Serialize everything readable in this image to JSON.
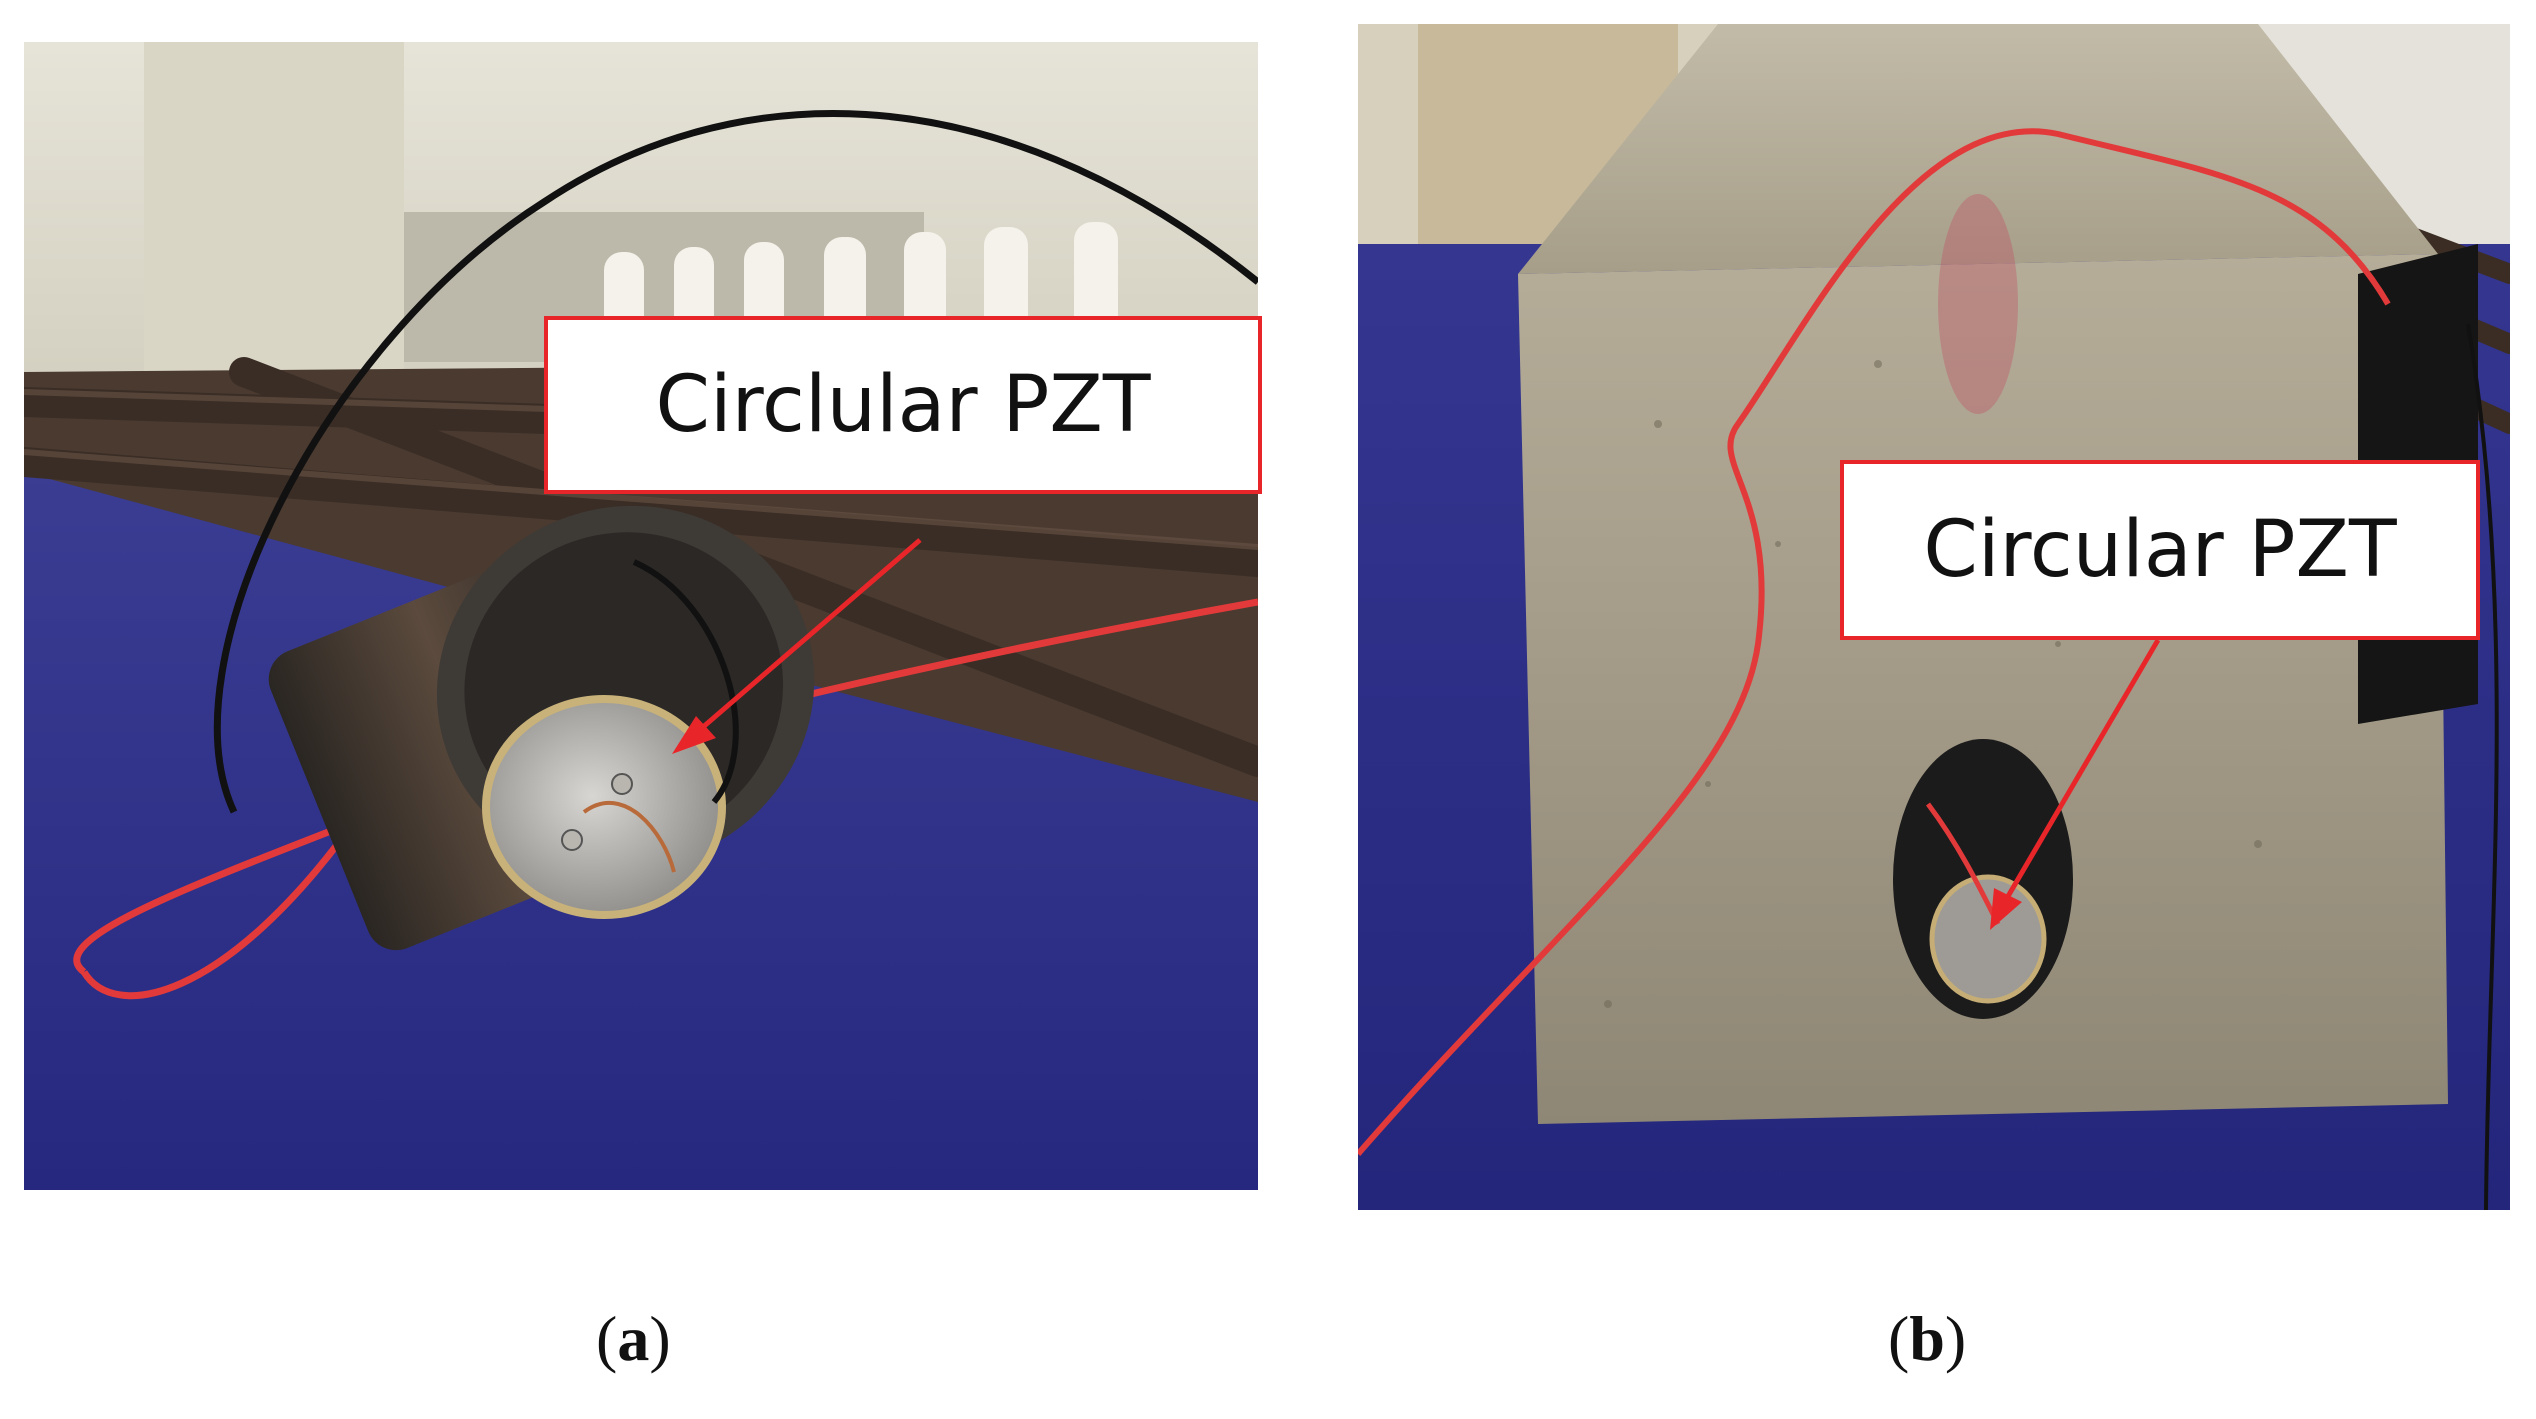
{
  "panel_a": {
    "callout": "Circlular PZT",
    "caption_open": "(",
    "caption_letter": "a",
    "caption_close": ")"
  },
  "panel_b": {
    "callout": "Circular PZT",
    "caption_open": "(",
    "caption_letter": "b",
    "caption_close": ")"
  },
  "colors": {
    "callout_border": "#e8262a",
    "arrow": "#e8262a",
    "cloth": "#2c2e86",
    "wire_red": "#e23a3a"
  }
}
